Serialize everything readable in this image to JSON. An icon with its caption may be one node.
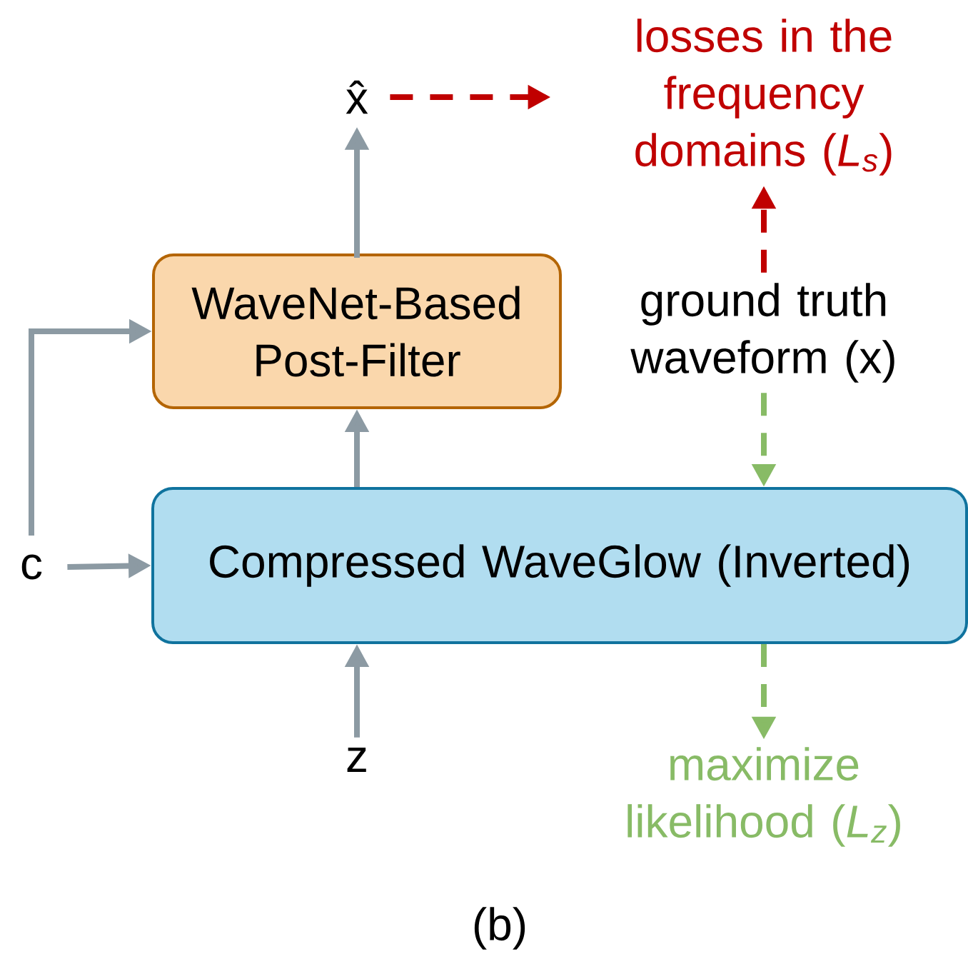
{
  "diagram": {
    "caption": "(b)",
    "nodes": [
      {
        "text": [
          "x̂"
        ]
      },
      {
        "text": [
          "WaveNet-Based Post-Filter"
        ]
      },
      {
        "text": [
          "losses in the frequency domains (*L$_{s}$*)"
        ]
      },
      {
        "text": [
          "ground truth waveform (x)"
        ]
      },
      {
        "text": [
          "c"
        ]
      },
      {
        "text": [
          "Compressed WaveGlow (Inverted)"
        ]
      },
      {
        "text": [
          "z"
        ]
      },
      {
        "text": [
          "maximize likelihood (*L$_{z}$*)"
        ]
      }
    ],
    "edges": [
      {
        "from": 1,
        "to": 0,
        "arrow": "to"
      },
      {
        "from": 0,
        "to": 2,
        "arrow": "to",
        "style": "dashed",
        "color": "#c00000"
      },
      {
        "from": 3,
        "to": 2,
        "arrow": "to",
        "style": "dashed",
        "color": "#c00000"
      },
      {
        "from": 4,
        "to": 1,
        "arrow": "to"
      },
      {
        "from": 5,
        "to": 1,
        "arrow": "to"
      },
      {
        "from": 3,
        "to": 5,
        "arrow": "to",
        "style": "dashed",
        "color": "#88bb66"
      },
      {
        "from": 4,
        "to": 5,
        "arrow": "to"
      },
      {
        "from": 6,
        "to": 5,
        "arrow": "to"
      },
      {
        "from": 5,
        "to": 7,
        "arrow": "to",
        "style": "dashed",
        "color": "#88bb66"
      }
    ]
  }
}
